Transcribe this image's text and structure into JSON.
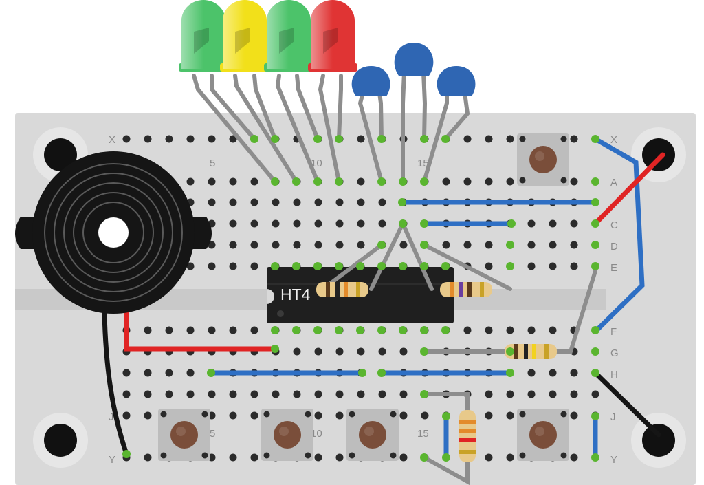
{
  "colors": {
    "board": "#d9d9d9",
    "board_edge": "#c4c4c4",
    "hole": "#2b2b2b",
    "hole_used": "#5ab52f",
    "link_blue": "#2e6fc4",
    "wire_red": "#e02424",
    "wire_black": "#151515",
    "lead": "#8d8d8d",
    "chip": "#1f1f1f",
    "cap_blue": "#2f66b3",
    "button_body": "#bdbdbd",
    "button_cap": "#7a4e3a",
    "buzzer": "#151515",
    "mount_hole": "#111111"
  },
  "leds": [
    {
      "color": "#4cc36a"
    },
    {
      "color": "#f2e01a"
    },
    {
      "color": "#4cc36a"
    },
    {
      "color": "#e03434"
    }
  ],
  "row_labels": {
    "left": [
      "X",
      "J",
      "Y"
    ],
    "right": [
      "X",
      "A",
      "C",
      "D",
      "E",
      "F",
      "G",
      "H",
      "J",
      "Y"
    ]
  },
  "column_numbers": {
    "top": [
      "5",
      "10",
      "15"
    ],
    "bottom": [
      "5",
      "10",
      "15"
    ]
  },
  "chip": {
    "label": "HT4"
  },
  "icons": {
    "buzzer": "piezo-buzzer-icon",
    "button": "tactile-button-icon",
    "capacitor": "ceramic-capacitor-icon",
    "resistor": "resistor-icon",
    "led": "led-icon"
  }
}
